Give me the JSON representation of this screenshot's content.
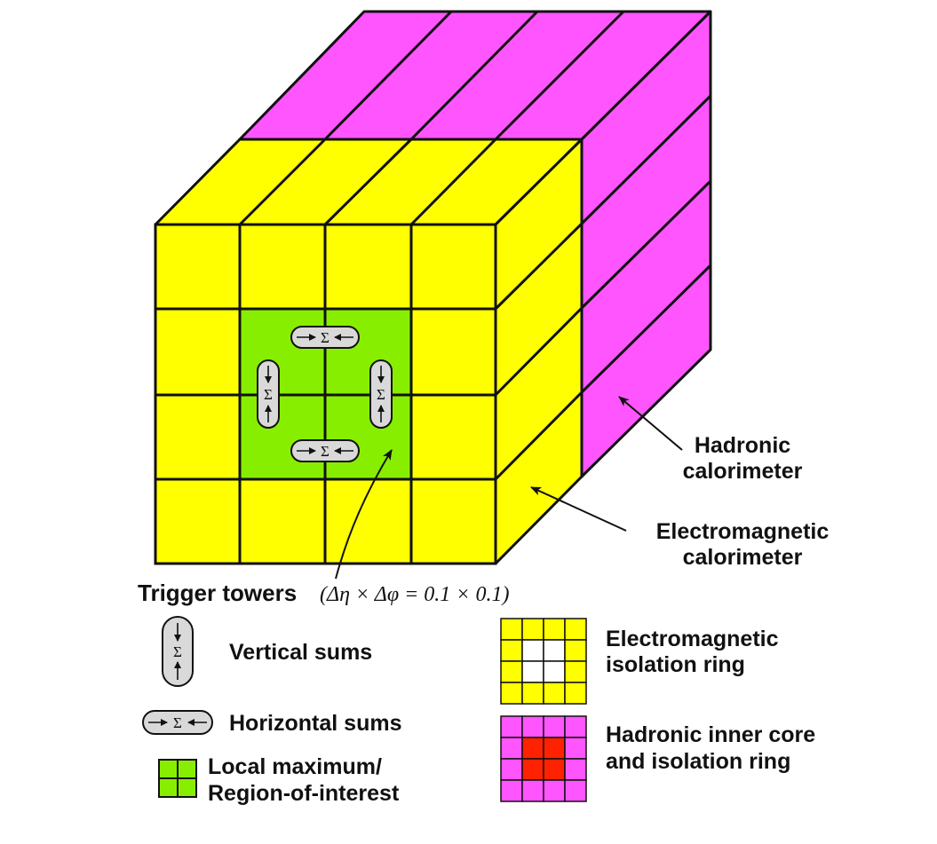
{
  "colors": {
    "em": "#ffff00",
    "hadronic": "#ff55ff",
    "roi": "#88ee00",
    "core": "#ff2200",
    "stroke": "#111111",
    "pill": "#d9d9d9"
  },
  "labels": {
    "hadronic_line1": "Hadronic",
    "hadronic_line2": "calorimeter",
    "em_line1": "Electromagnetic",
    "em_line2": "calorimeter",
    "trigger_towers": "Trigger towers",
    "trigger_formula": "(Δη × Δφ = 0.1 × 0.1)"
  },
  "sum_symbol": "Σ",
  "legend": {
    "vertical_sums": "Vertical sums",
    "horizontal_sums": "Horizontal sums",
    "local_max_line1": "Local maximum/",
    "local_max_line2": "Region-of-interest",
    "em_ring_line1": "Electromagnetic",
    "em_ring_line2": "isolation ring",
    "had_ring_line1": "Hadronic inner core",
    "had_ring_line2": "and isolation ring"
  }
}
